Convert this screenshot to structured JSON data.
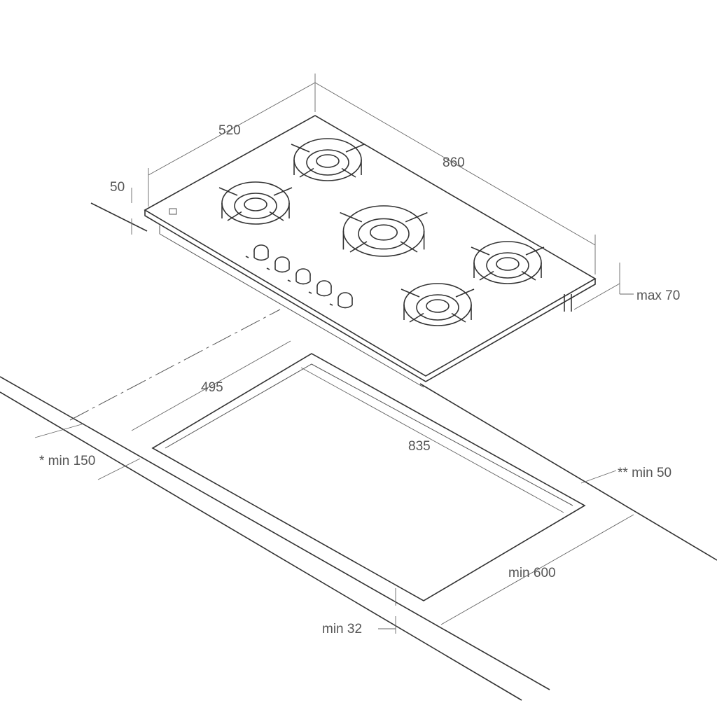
{
  "title": "Gas hob installation diagram",
  "dimensions": {
    "hob_depth": "520",
    "hob_width": "860",
    "hob_height": "50",
    "max_depth_below": "max 70",
    "cutout_depth": "495",
    "cutout_width": "835",
    "min_rear_distance": "* min 150",
    "min_side_distance": "** min 50",
    "min_counter_depth": "min 600",
    "min_counter_thickness": "min 32"
  },
  "burners": 5,
  "knobs": 5,
  "colors": {
    "line": "#333333",
    "dimension": "#666666",
    "text": "#555555"
  }
}
